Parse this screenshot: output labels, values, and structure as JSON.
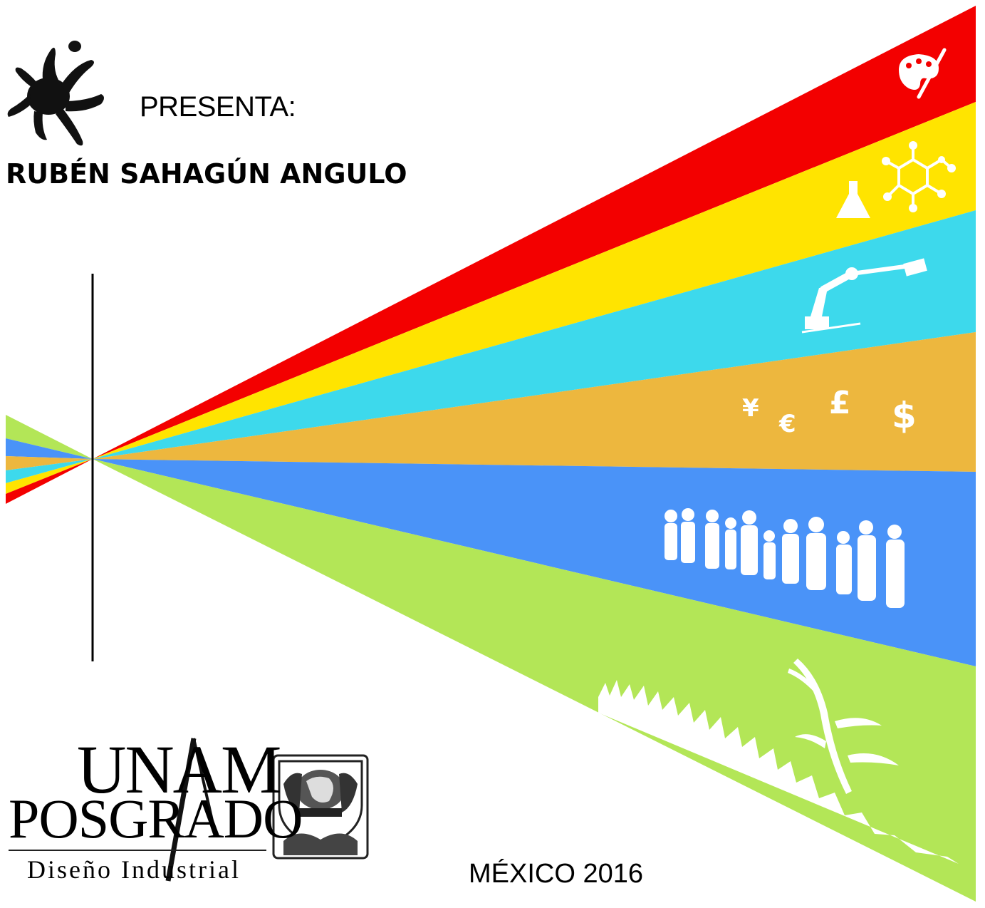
{
  "header": {
    "presenta": "PRESENTA:",
    "author": "RUBÉN SAHAGÚN ANGULO"
  },
  "logo": {
    "line1": "UNAM",
    "line2": "POSGRADO",
    "line3": "Diseño Industrial"
  },
  "footer": {
    "place_year": "MÉXICO 2016"
  },
  "bands": [
    {
      "theme": "art",
      "color": "#f30000",
      "icon": "palette-icon"
    },
    {
      "theme": "science",
      "color": "#ffe400",
      "icon": "flask-molecule-icon"
    },
    {
      "theme": "technology",
      "color": "#3dd9ec",
      "icon": "robot-arm-icon"
    },
    {
      "theme": "economy",
      "color": "#edb73e",
      "icon": "currency-icon"
    },
    {
      "theme": "society",
      "color": "#4a93f8",
      "icon": "people-icon"
    },
    {
      "theme": "nature",
      "color": "#b3e657",
      "icon": "grass-plant-icon"
    }
  ],
  "currency_symbols": [
    "¥",
    "€",
    "£",
    "$"
  ],
  "colors": {
    "ink": "#000000",
    "icon": "#ffffff"
  }
}
